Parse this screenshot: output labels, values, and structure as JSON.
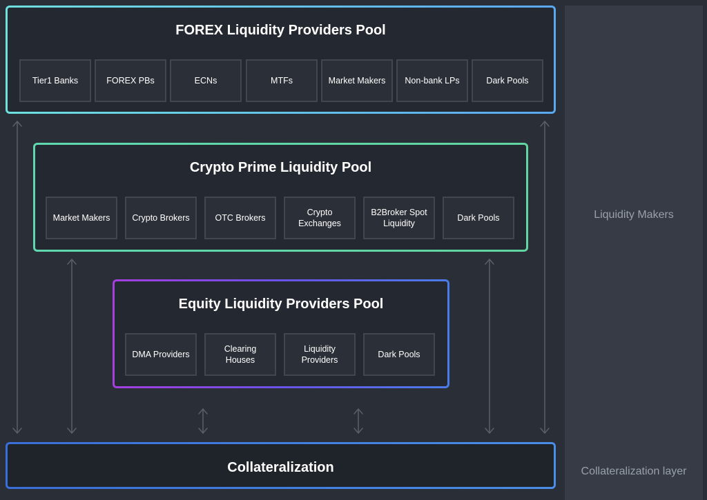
{
  "forex": {
    "title": "FOREX Liquidity Providers Pool",
    "items": [
      "Tier1 Banks",
      "FOREX PBs",
      "ECNs",
      "MTFs",
      "Market Makers",
      "Non-bank LPs",
      "Dark Pools"
    ]
  },
  "crypto": {
    "title": "Crypto Prime Liquidity Pool",
    "items": [
      "Market Makers",
      "Crypto Brokers",
      "OTC Brokers",
      "Crypto Exchanges",
      "B2Broker Spot Liquidity",
      "Dark Pools"
    ]
  },
  "equity": {
    "title": "Equity Liquidity Providers Pool",
    "items": [
      "DMA Providers",
      "Clearing Houses",
      "Liquidity Providers",
      "Dark Pools"
    ]
  },
  "collateral": {
    "title": "Collateralization"
  },
  "side": {
    "makers_label": "Liquidity Makers",
    "collateral_label": "Collateralization layer"
  },
  "colors": {
    "background": "#2a2e37",
    "panel": "#242830",
    "side_panel": "#363b45",
    "forex_border": "#5aa8f0",
    "crypto_border": "#5fd8b0",
    "equity_border": "#8a48e4",
    "collateral_border": "#3a6ed8",
    "arrow": "#5a606b"
  }
}
